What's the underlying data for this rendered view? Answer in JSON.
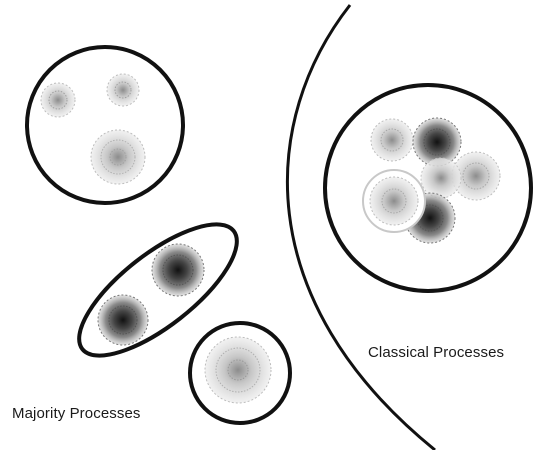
{
  "labels": {
    "majority": "Majority Processes",
    "classical": "Classical Processes"
  },
  "colors": {
    "outline": "#111111",
    "background": "#ffffff",
    "dark_process": "#2f2f2f",
    "light_process": "#9a9a9a"
  },
  "groups": [
    {
      "name": "top-left-group",
      "process_count": 3,
      "shading": "light"
    },
    {
      "name": "ellipse-group",
      "process_count": 2,
      "shading": "dark"
    },
    {
      "name": "bottom-circle-group",
      "process_count": 1,
      "shading": "light"
    },
    {
      "name": "classical-group",
      "process_count": 6,
      "shading": "mixed"
    }
  ]
}
